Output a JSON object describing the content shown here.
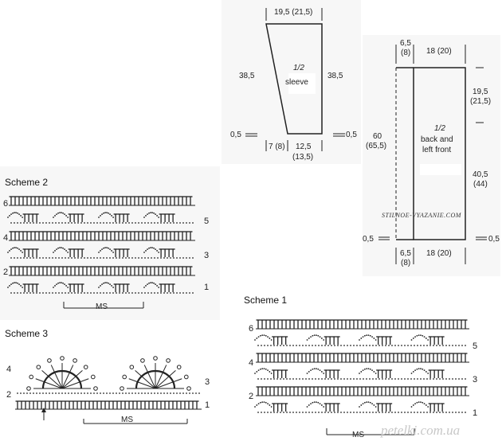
{
  "sleeve": {
    "top_width": "19,5 (21,5)",
    "left_height": "38,5",
    "right_height": "38,5",
    "title": "1/2",
    "name": "sleeve",
    "left_base": "0,5",
    "right_base": "0,5",
    "bottom_left": "7 (8)",
    "bottom_width": "12,5",
    "bottom_width_alt": "(13,5)"
  },
  "back": {
    "top_left": "6,5",
    "top_left_alt": "(8)",
    "top_right": "18 (20)",
    "left_height": "60",
    "left_height_alt": "(65,5)",
    "upper_right": "19,5",
    "upper_right_alt": "(21,5)",
    "lower_right": "40,5",
    "lower_right_alt": "(44)",
    "title": "1/2",
    "name_line1": "back and",
    "name_line2": "left front",
    "left_base": "0,5",
    "right_base": "0,5",
    "bottom_left": "6,5",
    "bottom_left_alt": "(8)",
    "bottom_right": "18 (20)",
    "site": "STILNOE-VYAZANIE.COM"
  },
  "scheme2": {
    "title": "Scheme 2",
    "rows_left": [
      "6",
      "4",
      "2"
    ],
    "rows_right": [
      "5",
      "3",
      "1"
    ],
    "ms": "MS"
  },
  "scheme3": {
    "title": "Scheme 3",
    "rows_left": [
      "4",
      "2"
    ],
    "rows_right": [
      "3",
      "1"
    ],
    "ms": "MS"
  },
  "scheme1": {
    "title": "Scheme 1",
    "rows_left": [
      "6",
      "4",
      "2"
    ],
    "rows_right": [
      "5",
      "3",
      "1"
    ],
    "ms": "MS"
  },
  "watermark": "petelki.com.ua",
  "colors": {
    "ink": "#222222",
    "panel": "#f7f7f7"
  }
}
